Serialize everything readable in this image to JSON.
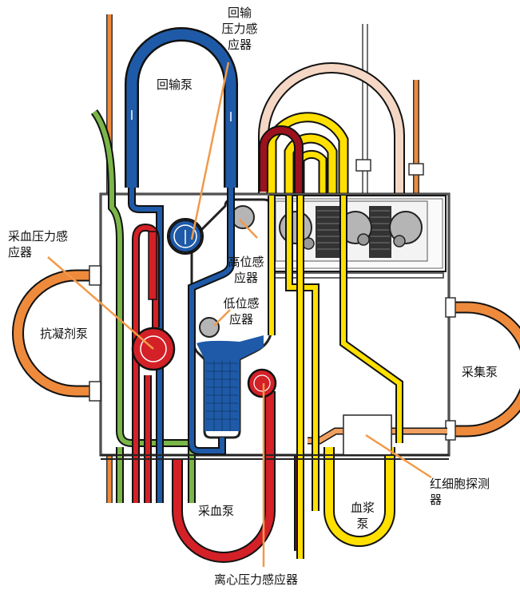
{
  "labels": {
    "return_pressure_sensor": [
      "回输",
      "压力感",
      "应器"
    ],
    "return_pump": "回输泵",
    "draw_pressure_sensor": [
      "采血压力感",
      "应器"
    ],
    "anticoagulant_pump": "抗凝剂泵",
    "high_level_sensor": [
      "高位感",
      "应器"
    ],
    "low_level_sensor": [
      "低位感",
      "应器"
    ],
    "collection_pump": "采集泵",
    "rbc_detector": [
      "红细胞探测",
      "器"
    ],
    "draw_pump": "采血泵",
    "plasma_pump": [
      "血浆",
      "泵"
    ],
    "centrifuge_pressure_sensor": "离心压力感应器"
  },
  "colors": {
    "return_line": "#1e5aa8",
    "draw_line": "#d42027",
    "anticoagulant_line": "#7ab648",
    "plasma_line": "#ffe000",
    "collection_line": "#f0a060",
    "return_upper_line": "#f4d7c4",
    "dark_red_line": "#9b111e",
    "callout_line": "#f29a4a",
    "cassette_outline": "#1a1a1a",
    "disc_gray": "#b5b5b5"
  }
}
